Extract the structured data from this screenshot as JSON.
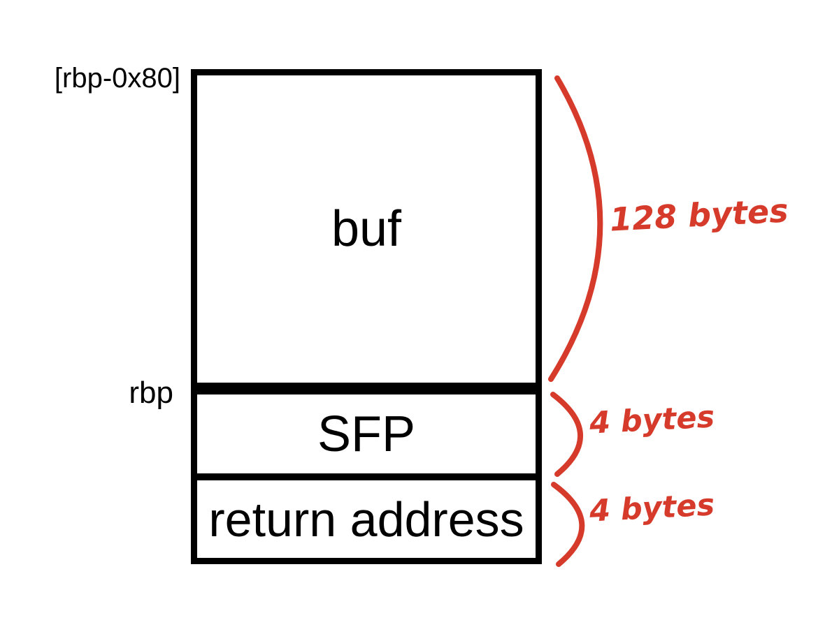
{
  "diagram": {
    "offset_label": "[rbp-0x80]",
    "base_pointer_label": "rbp",
    "regions": [
      {
        "label": "buf",
        "size": "128 bytes"
      },
      {
        "label": "SFP",
        "size": "4 bytes"
      },
      {
        "label": "return address",
        "size": "4 bytes"
      }
    ],
    "colors": {
      "box_border": "#000000",
      "annotation_red": "#d63a2a",
      "background": "#ffffff"
    }
  }
}
